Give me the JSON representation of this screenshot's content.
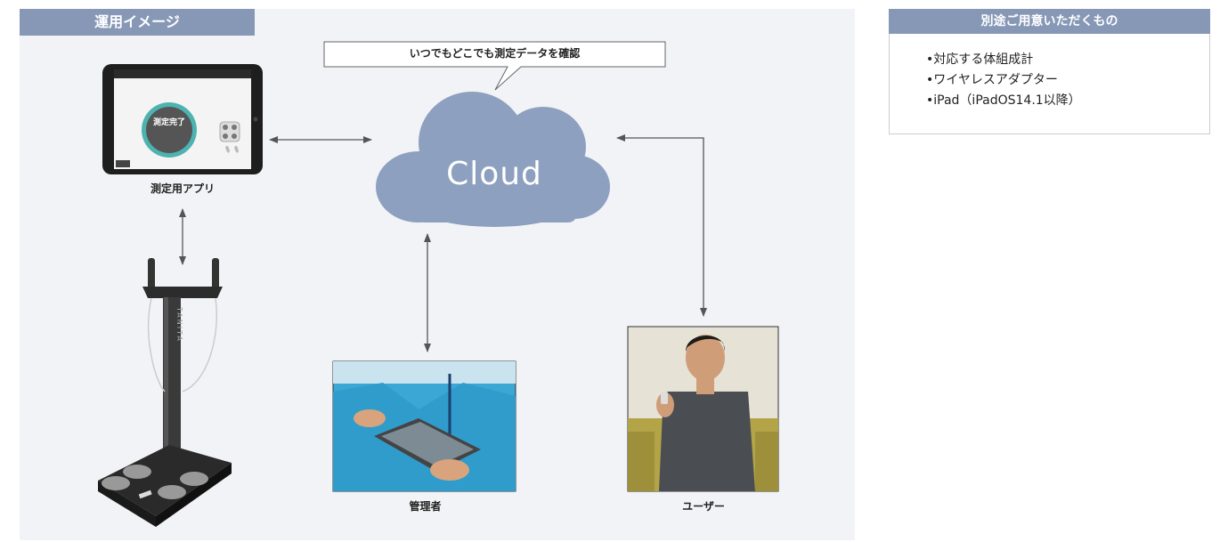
{
  "header": {
    "title": "運用イメージ"
  },
  "bubble": {
    "text": "いつでもどこでも測定データを確認"
  },
  "cloud": {
    "label": "Cloud"
  },
  "tablet": {
    "label": "測定用アプリ",
    "screen_title": "測定完了"
  },
  "scale": {
    "brand": "TANITA"
  },
  "admin": {
    "label": "管理者"
  },
  "user": {
    "label": "ユーザー"
  },
  "requirements": {
    "title": "別途ご用意いただくもの",
    "items": [
      "•対応する体組成計",
      "•ワイヤレスアダプター",
      "•iPad（iPadOS14.1以降）"
    ]
  },
  "colors": {
    "accent": "#8698b6",
    "cloud": "#8da0bf",
    "panel_bg": "#f2f3f6"
  }
}
